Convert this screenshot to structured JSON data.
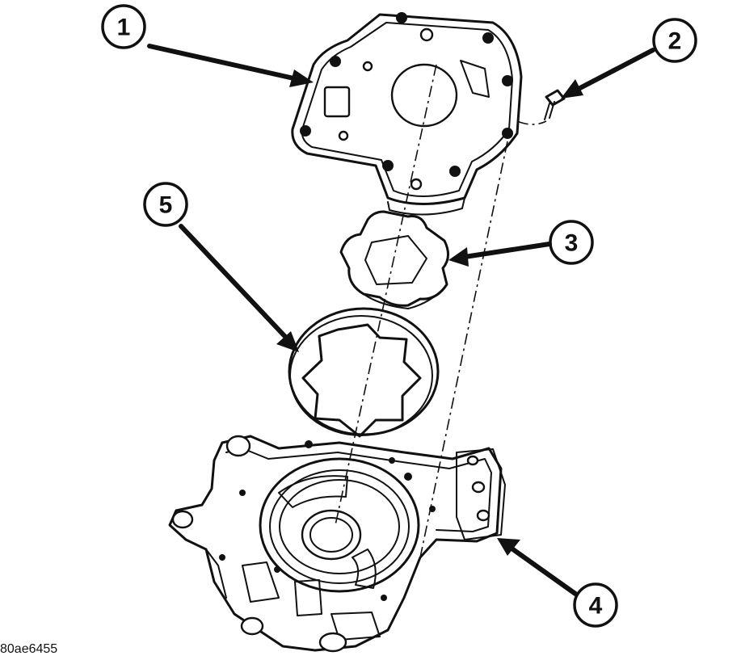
{
  "callouts": [
    {
      "id": "callout-1",
      "label": "1"
    },
    {
      "id": "callout-2",
      "label": "2"
    },
    {
      "id": "callout-3",
      "label": "3"
    },
    {
      "id": "callout-4",
      "label": "4"
    },
    {
      "id": "callout-5",
      "label": "5"
    }
  ],
  "figure_code": "80ae6455"
}
